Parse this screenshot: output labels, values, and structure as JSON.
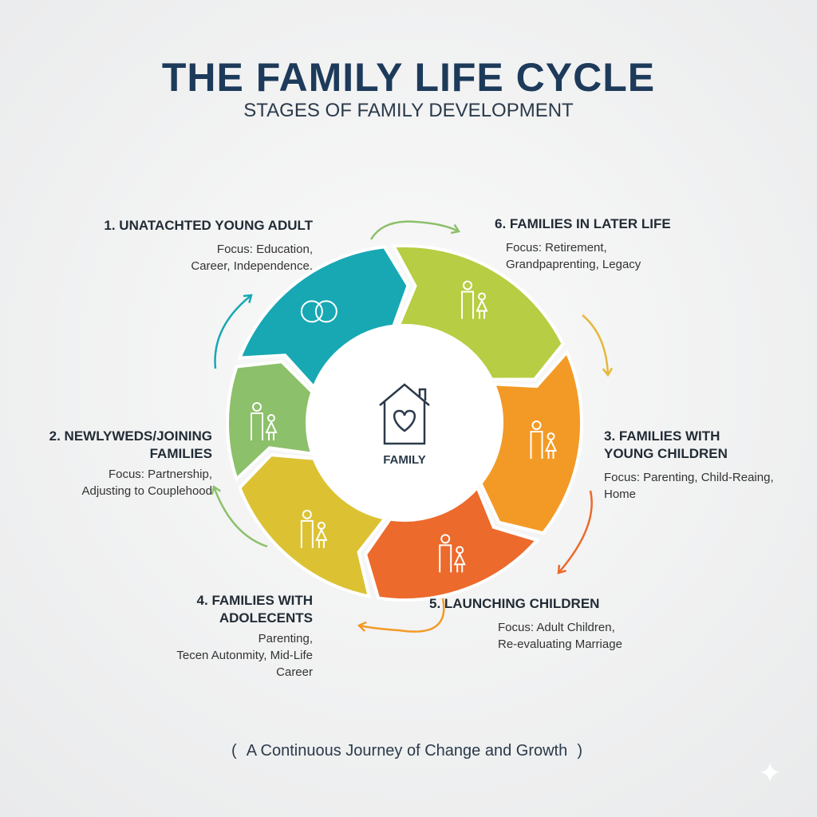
{
  "title": "THE FAMILY LIFE CYCLE",
  "subtitle": "STAGES OF FAMILY DEVELOPMENT",
  "center_label": "FAMILY",
  "stages": [
    {
      "title": "1. UNATACHTED YOUNG ADULT",
      "desc1": "Focus: Education,",
      "desc2": "Career, Independence.",
      "color": "#17a8b4",
      "icon": "rings-icon"
    },
    {
      "title1": "2. NEWLYWEDS/JOINING",
      "title2": "FAMILIES",
      "desc1": "Focus: Partnership,",
      "desc2": "Adjusting to Couplehood",
      "color": "#8cc06a",
      "icon": "parent-child-icon"
    },
    {
      "title1": "3. FAMILIES WITH",
      "title2": "YOUNG CHILDREN",
      "desc1": "Focus: Parenting, Child-Reaing,",
      "desc2": "Home",
      "color": "#f39a26",
      "icon": "parent-child-icon"
    },
    {
      "title1": "4. FAMILIES WITH",
      "title2": "ADOLECENTS",
      "desc1": "Parenting,",
      "desc2": "Tecen Autonmity, Mid-Life",
      "desc3": "Career",
      "color": "#dcc233",
      "icon": "mother-daughter-icon"
    },
    {
      "title": "5. LAUNCHING CHILDREN",
      "desc1": "Focus: Adult Children,",
      "desc2": "Re-evaluating Marriage",
      "color": "#ec6a2c",
      "icon": "elderly-couple-icon"
    },
    {
      "title": "6. FAMILIES IN LATER LIFE",
      "desc1": "Focus: Retirement,",
      "desc2": "Grandpaprenting, Legacy",
      "color": "#b7cd43",
      "icon": "couple-icon"
    }
  ],
  "footer": "A Continuous Journey of Change and Growth"
}
